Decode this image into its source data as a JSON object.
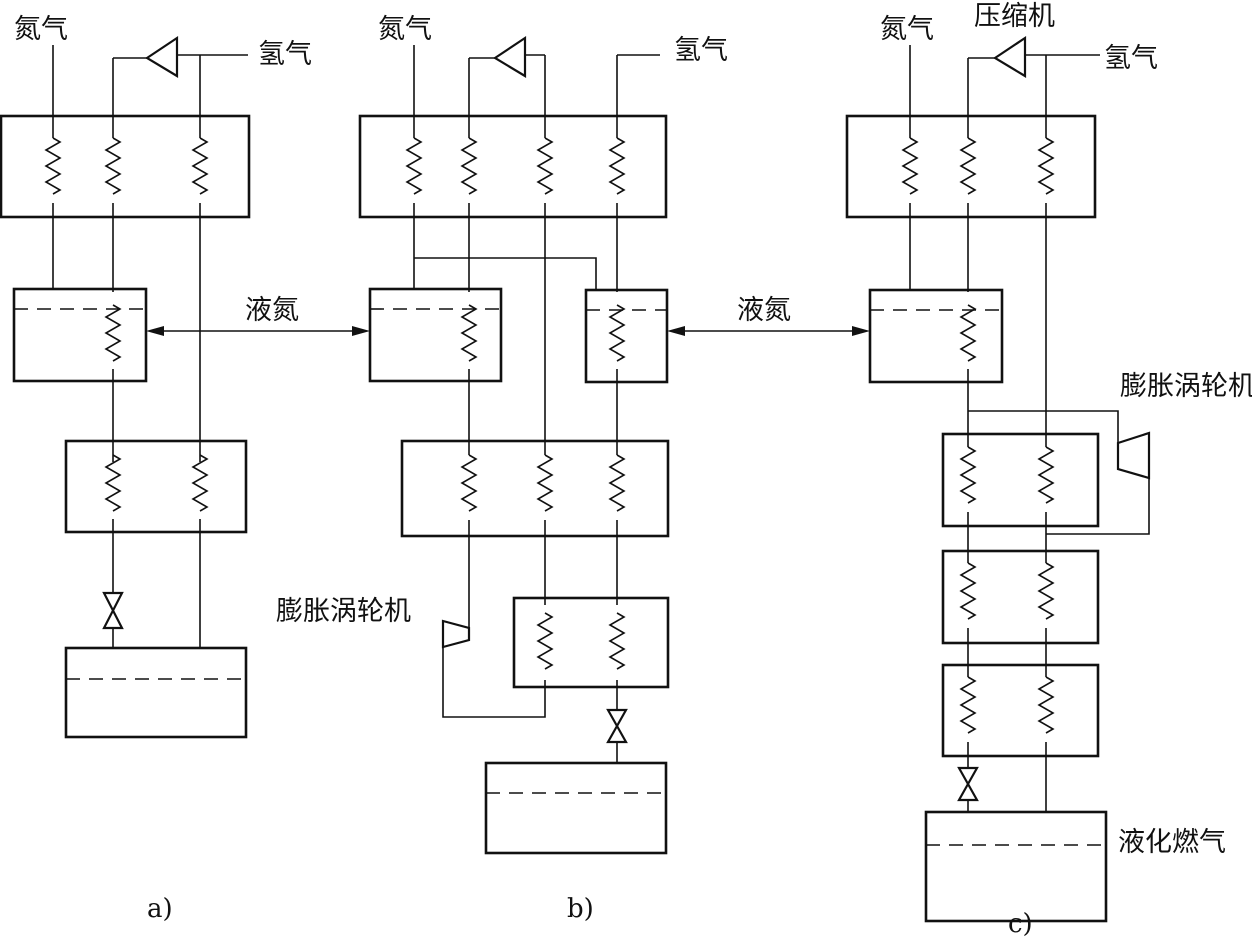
{
  "panel_a": {
    "nitrogen_label": "氮气",
    "hydrogen_label": "氢气",
    "caption": "a)"
  },
  "panel_b": {
    "nitrogen_label": "氮气",
    "hydrogen_label": "氢气",
    "turbine_label": "膨胀涡轮机",
    "caption": "b)"
  },
  "panel_c": {
    "nitrogen_label": "氮气",
    "compressor_label": "压缩机",
    "hydrogen_label": "氢气",
    "turbine_label": "膨胀涡轮机",
    "product_label": "液化燃气",
    "caption": "c)"
  },
  "shared": {
    "liquid_nitrogen_ab": "液氮",
    "liquid_nitrogen_bc": "液氮"
  }
}
